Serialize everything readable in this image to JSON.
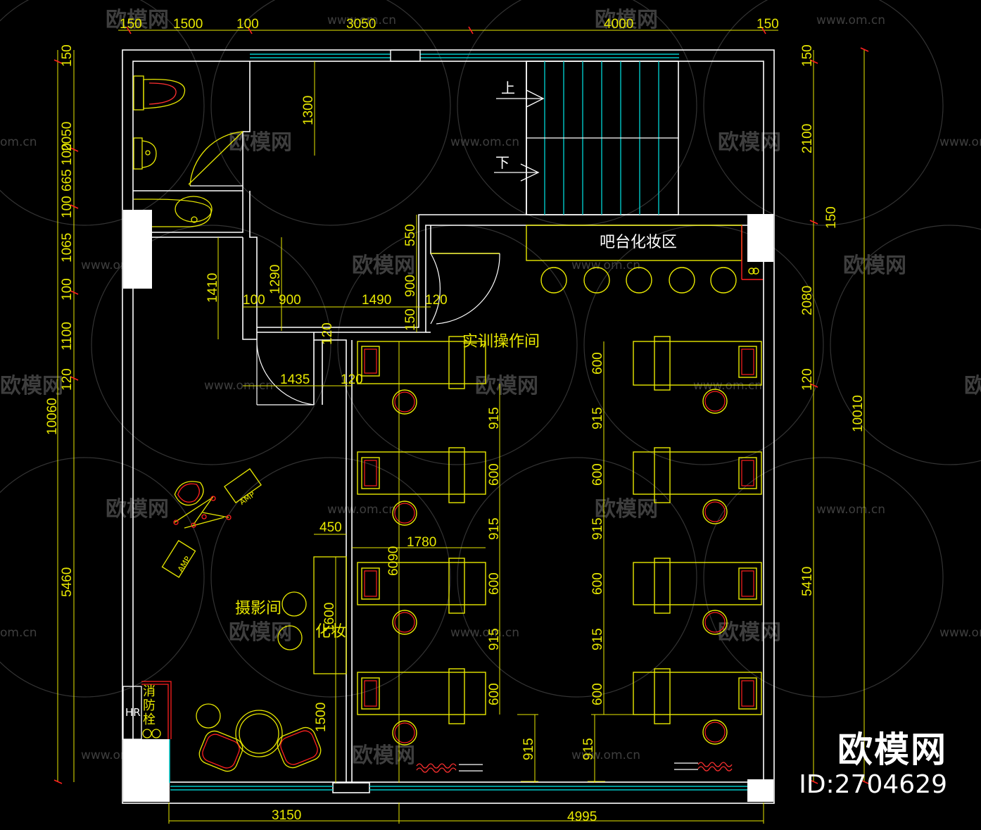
{
  "watermark": {
    "logo_text": "欧模网",
    "url_text": "www.om.cn",
    "url_fragment": "om.cn"
  },
  "brand": {
    "logo_text": "欧模网",
    "id_text": "ID:2704629"
  },
  "rooms": {
    "stairs_up": "上",
    "stairs_down": "下",
    "bar_makeup": "吧台化妆区",
    "training_room": "实训操作间",
    "photo_room": "摄影间",
    "makeup": "化妆",
    "fire_hydrant": "消防栓",
    "hr_label": "HR",
    "amp_label": "AMP"
  },
  "dimensions": {
    "top": [
      "150",
      "1500",
      "100",
      "3050",
      "4000",
      "150"
    ],
    "bottom": [
      "3150",
      "4995"
    ],
    "left": [
      "150",
      "2050",
      "100",
      "665",
      "100",
      "1065",
      "100",
      "1100",
      "120",
      "10060",
      "5460"
    ],
    "right": [
      "150",
      "2100",
      "150",
      "2080",
      "120",
      "10010",
      "5410"
    ],
    "interior": {
      "d1300": "1300",
      "d550": "550",
      "d900v": "900",
      "d120a": "120",
      "d150": "150",
      "d1410": "1410",
      "d1290": "1290",
      "d100": "100",
      "d900": "900",
      "d1490": "1490",
      "d120b": "120",
      "d1435": "1435",
      "d120c": "120",
      "d450": "450",
      "d1780": "1780",
      "d6090": "6090",
      "d1600": "1600",
      "d1500": "1500",
      "beds_mid": [
        "915",
        "600",
        "915",
        "600",
        "915",
        "600",
        "915"
      ],
      "beds_right": [
        "600",
        "915",
        "600",
        "915",
        "600",
        "915",
        "600",
        "915"
      ]
    }
  },
  "colors": {
    "background": "#000000",
    "wall": "#ffffff",
    "dimension": "#e8e800",
    "glass": "#00c8c8",
    "accent_red": "#ff2020",
    "watermark": "#3a3a3a"
  }
}
